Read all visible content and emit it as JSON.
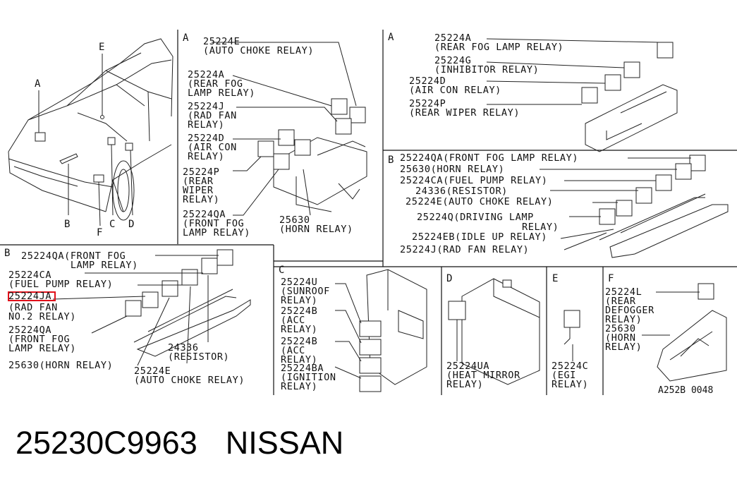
{
  "footer": {
    "part_number": "25230C9963",
    "brand": "NISSAN"
  },
  "code": "A252B 0048",
  "overview": {
    "letters": {
      "a": "A",
      "b": "B",
      "c": "C",
      "d": "D",
      "e": "E",
      "f": "F"
    }
  },
  "panel_a1": {
    "letter": "A",
    "labels": [
      "25224E\n(AUTO CHOKE RELAY)",
      "25224A\n(REAR FOG\nLAMP RELAY)",
      "25224J\n(RAD FAN\nRELAY)",
      "25224D\n(AIR CON\nRELAY)",
      "25224P\n(REAR\nWIPER\nRELAY)",
      "25224QA\n(FRONT FOG\nLAMP RELAY)",
      "25630\n(HORN RELAY)"
    ]
  },
  "panel_a2": {
    "letter": "A",
    "labels": [
      "25224A\n(REAR FOG LAMP RELAY)",
      "25224G\n(INHIBITOR RELAY)",
      "25224D\n(AIR CON RELAY)",
      "25224P\n(REAR WIPER RELAY)"
    ]
  },
  "panel_b2": {
    "letter": "B",
    "labels": [
      "25224QA(FRONT FOG LAMP RELAY)",
      "25630(HORN RELAY)",
      "25224CA(FUEL PUMP RELAY)",
      "24336(RESISTOR)",
      "25224E(AUTO CHOKE RELAY)",
      "25224Q(DRIVING LAMP",
      "RELAY)",
      "25224EB(IDLE UP RELAY)",
      "25224J(RAD FAN RELAY)"
    ]
  },
  "panel_b1": {
    "letter": "B",
    "labels": [
      "25224QA(FRONT FOG\n        LAMP RELAY)",
      "25224CA\n(FUEL PUMP RELAY)",
      "25224JA",
      "(RAD FAN\nNO.2 RELAY)",
      "25224QA\n(FRONT FOG\nLAMP RELAY)",
      "24336\n(RESISTOR)",
      "25630(HORN RELAY)",
      "25224E\n(AUTO CHOKE RELAY)"
    ]
  },
  "panel_c": {
    "letter": "C",
    "labels": [
      "25224U\n(SUNROOF\nRELAY)",
      "25224B\n(ACC\nRELAY)",
      "25224B\n(ACC\nRELAY)",
      "25224BA\n(IGNITION\nRELAY)"
    ]
  },
  "panel_d": {
    "letter": "D",
    "labels": [
      "25224UA\n(HEAT MIRROR\nRELAY)"
    ]
  },
  "panel_e": {
    "letter": "E",
    "labels": [
      "25224C\n(EGI\nRELAY)"
    ]
  },
  "panel_f": {
    "letter": "F",
    "labels": [
      "25224L\n(REAR\nDEFOGGER\nRELAY)\n25630\n(HORN\nRELAY)"
    ]
  },
  "highlight": {
    "color": "#e0101a",
    "target": "25224JA"
  }
}
